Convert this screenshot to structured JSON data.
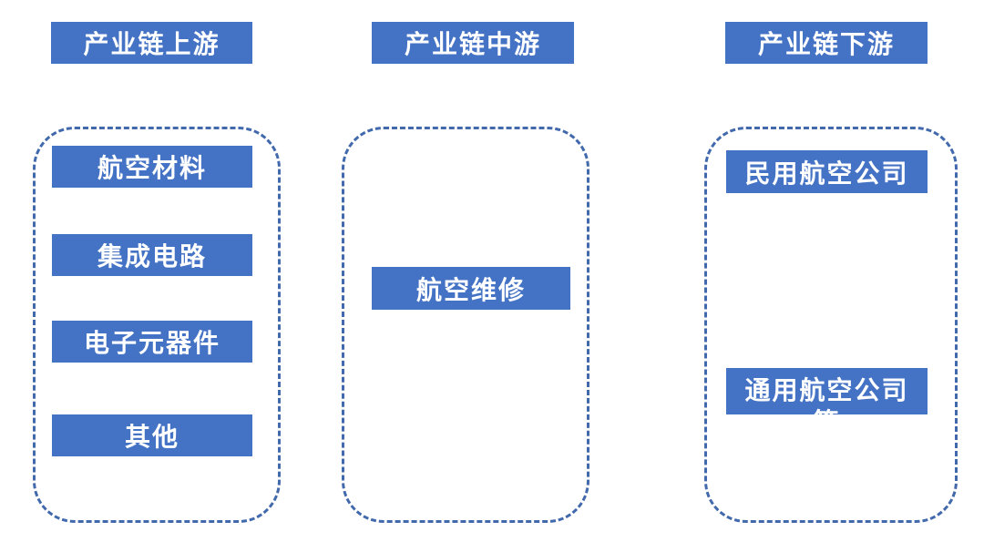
{
  "diagram": {
    "background": "#ffffff",
    "colors": {
      "box_fill": "#4472c4",
      "box_text": "#ffffff",
      "dashed_border": "#4169ac"
    },
    "columns": [
      {
        "id": "upstream",
        "header": "产业链上游",
        "items": [
          {
            "label": "航空材料"
          },
          {
            "label": "集成电路"
          },
          {
            "label": "电子元器件"
          },
          {
            "label": "其他"
          }
        ]
      },
      {
        "id": "midstream",
        "header": "产业链中游",
        "items": [
          {
            "label": "航空维修"
          }
        ]
      },
      {
        "id": "downstream",
        "header": "产业链下游",
        "items": [
          {
            "label": "民用航空公司"
          },
          {
            "label": "通用航空公司",
            "label2": "等"
          }
        ]
      }
    ]
  }
}
